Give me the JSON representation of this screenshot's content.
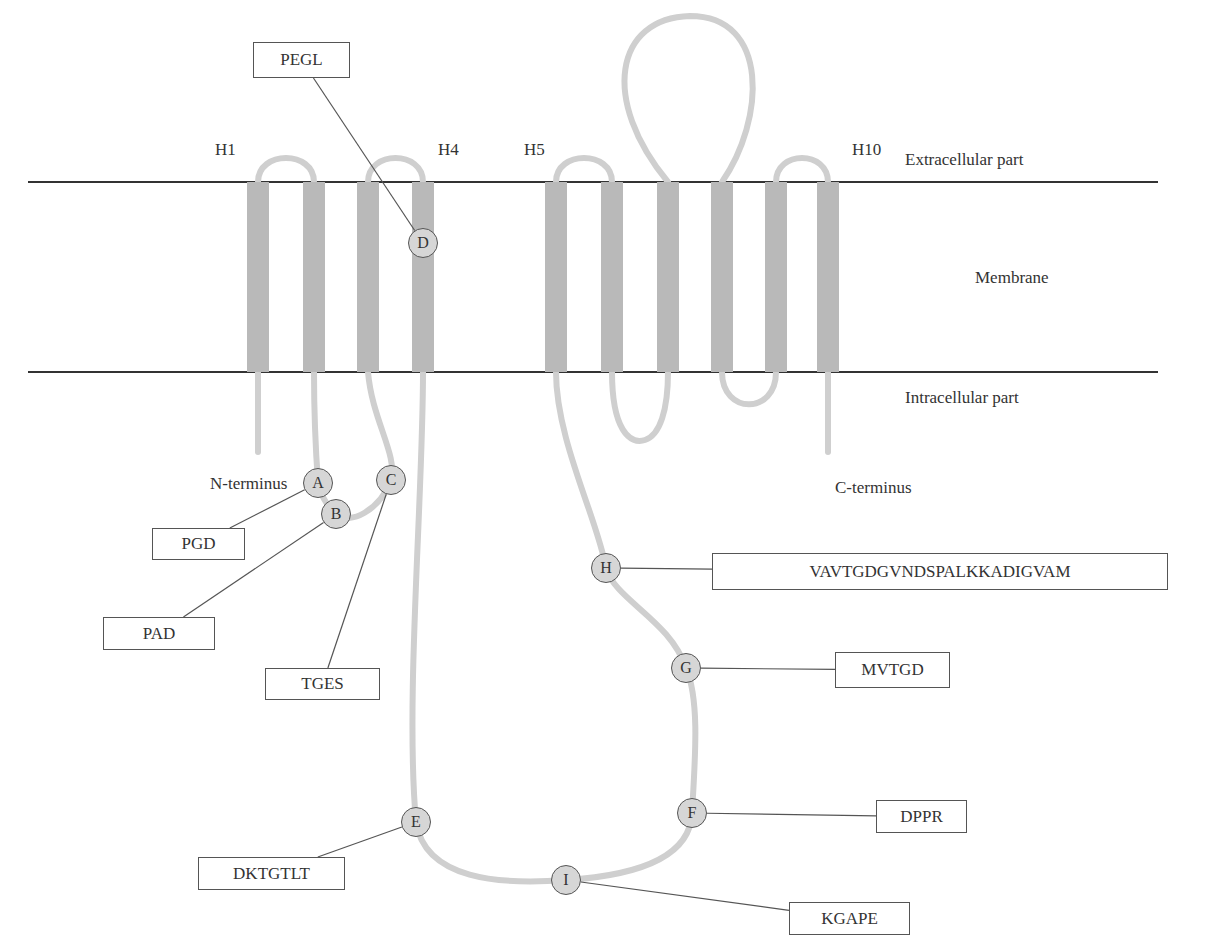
{
  "diagram": {
    "nodes": [
      {
        "text": [
          "PEGL"
        ]
      },
      {
        "text": [
          "D"
        ]
      },
      {
        "text": [
          "A"
        ]
      },
      {
        "text": [
          "PGD"
        ]
      },
      {
        "text": [
          "B"
        ]
      },
      {
        "text": [
          "C"
        ]
      },
      {
        "text": [
          "PAD"
        ]
      },
      {
        "text": [
          "TGES"
        ]
      },
      {
        "text": [
          "H"
        ]
      },
      {
        "text": [
          "VAVTGDGVNDSPALKKADIGVAM"
        ]
      },
      {
        "text": [
          "G"
        ]
      },
      {
        "text": [
          "MVTGD"
        ]
      },
      {
        "text": [
          "F"
        ]
      },
      {
        "text": [
          "DPPR"
        ]
      },
      {
        "text": [
          "E"
        ]
      },
      {
        "text": [
          "DKTGTLT"
        ]
      },
      {
        "text": [
          "I"
        ]
      },
      {
        "text": [
          "KGAPE"
        ]
      }
    ],
    "edges": [
      {
        "from": 1,
        "to": 0,
        "arrow": "none"
      },
      {
        "from": 2,
        "to": 3,
        "arrow": "none"
      },
      {
        "from": 4,
        "to": 6,
        "arrow": "none"
      },
      {
        "from": 5,
        "to": 7,
        "arrow": "none"
      },
      {
        "from": 8,
        "to": 9,
        "arrow": "none"
      },
      {
        "from": 10,
        "to": 11,
        "arrow": "none"
      },
      {
        "from": 12,
        "to": 13,
        "arrow": "none"
      },
      {
        "from": 14,
        "to": 15,
        "arrow": "none"
      },
      {
        "from": 16,
        "to": 17,
        "arrow": "none"
      }
    ],
    "labels": [
      "H1",
      "H4",
      "H5",
      "H10",
      "Extracellular part",
      "Membrane",
      "Intracellular part",
      "N-terminus",
      "C-terminus"
    ]
  }
}
